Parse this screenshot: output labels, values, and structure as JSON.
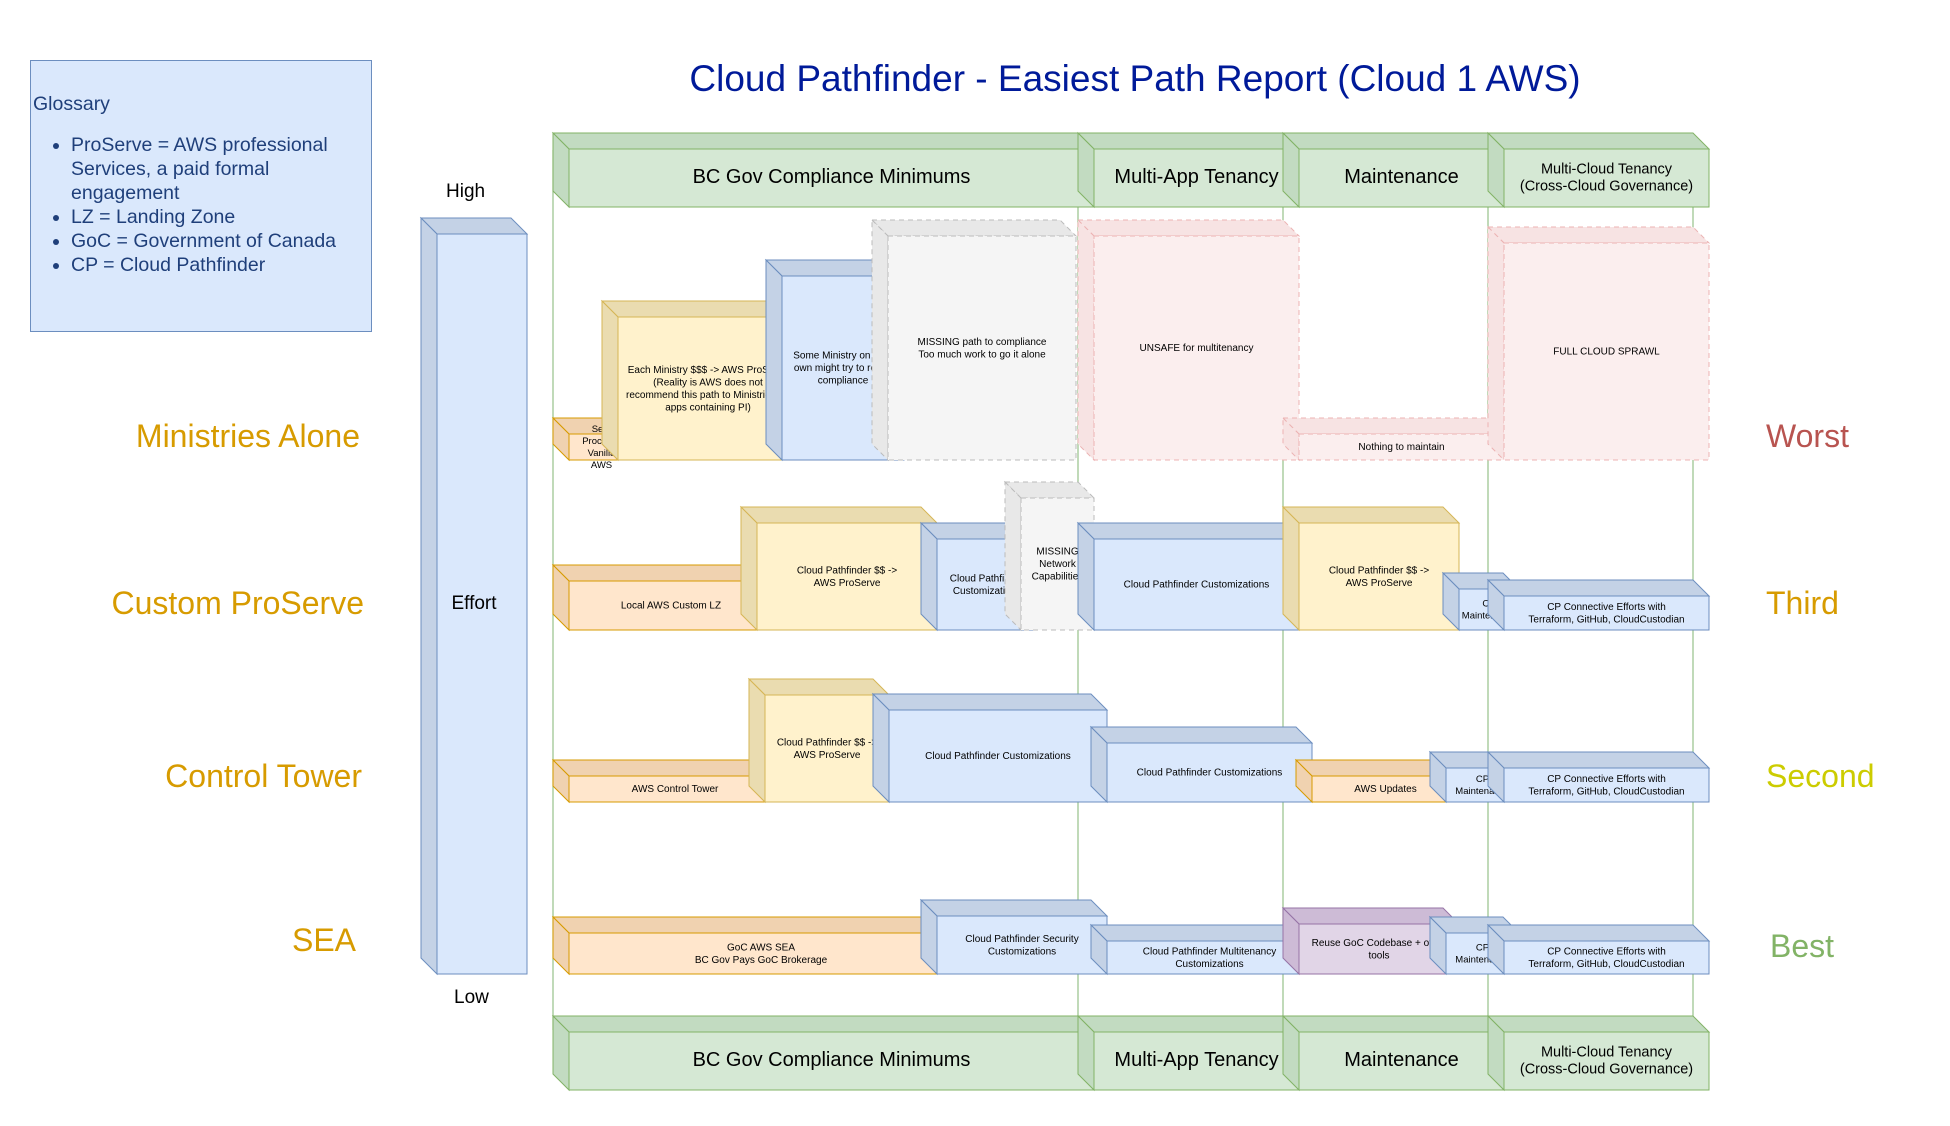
{
  "title": "Cloud Pathfinder - Easiest Path Report (Cloud 1 AWS)",
  "glossary": {
    "title": "Glossary",
    "items": [
      "ProServe = AWS professional Services, a paid formal engagement",
      "LZ = Landing Zone",
      "GoC = Government of Canada",
      "CP = Cloud Pathfinder"
    ]
  },
  "axis": {
    "high": "High",
    "low": "Low",
    "effort": "Effort"
  },
  "rows": [
    {
      "label": "Ministries Alone",
      "rank": "Worst"
    },
    {
      "label": "Custom ProServe",
      "rank": "Third"
    },
    {
      "label": "Control Tower",
      "rank": "Second"
    },
    {
      "label": "SEA",
      "rank": "Best"
    }
  ],
  "columns": [
    {
      "label": "BC Gov Compliance Minimums"
    },
    {
      "label": "Multi-App Tenancy"
    },
    {
      "label": "Maintenance"
    },
    {
      "label": "Multi-Cloud Tenancy\n(Cross-Cloud Governance)"
    }
  ],
  "blocks": [
    {
      "text": "Self-\nProcured\nVanilla\nAWS",
      "style": "orange"
    },
    {
      "text": "Each Ministry $$$ -> AWS ProServe\n(Reality is AWS does not\nrecommend this path to Ministries for\napps containing PI)",
      "style": "yellow"
    },
    {
      "text": "Some Ministry on their\nown might try to reach\ncompliance",
      "style": "blue"
    },
    {
      "text": "MISSING path to compliance\nToo much work to go it alone",
      "style": "gray"
    },
    {
      "text": "UNSAFE for multitenancy",
      "style": "red"
    },
    {
      "text": "Nothing to maintain",
      "style": "red"
    },
    {
      "text": "FULL CLOUD SPRAWL",
      "style": "red"
    },
    {
      "text": "Local AWS Custom LZ",
      "style": "orange"
    },
    {
      "text": "Cloud Pathfinder $$ ->\nAWS ProServe",
      "style": "yellow"
    },
    {
      "text": "Cloud Pathfinder\nCustomizations",
      "style": "blue"
    },
    {
      "text": "MISSING\nNetwork\nCapabilities",
      "style": "gray"
    },
    {
      "text": "Cloud Pathfinder Customizations",
      "style": "blue"
    },
    {
      "text": "Cloud Pathfinder $$ ->\nAWS ProServe",
      "style": "yellow"
    },
    {
      "text": "CP\nMaintenance",
      "style": "blue"
    },
    {
      "text": "CP Connective Efforts with\nTerraform, GitHub, CloudCustodian",
      "style": "blue"
    },
    {
      "text": "AWS Control Tower",
      "style": "orange"
    },
    {
      "text": "Cloud Pathfinder $$ ->\nAWS ProServe",
      "style": "yellow"
    },
    {
      "text": "Cloud Pathfinder Customizations",
      "style": "blue"
    },
    {
      "text": "Cloud Pathfinder Customizations",
      "style": "blue"
    },
    {
      "text": "AWS Updates",
      "style": "orange"
    },
    {
      "text": "CP\nMaintenance",
      "style": "blue"
    },
    {
      "text": "CP Connective Efforts with\nTerraform, GitHub, CloudCustodian",
      "style": "blue"
    },
    {
      "text": "GoC AWS SEA\nBC Gov Pays GoC Brokerage",
      "style": "orange"
    },
    {
      "text": "Cloud Pathfinder Security\nCustomizations",
      "style": "blue"
    },
    {
      "text": "Cloud Pathfinder Multitenancy\nCustomizations",
      "style": "blue"
    },
    {
      "text": "Reuse GoC Codebase + other\ntools",
      "style": "purple"
    },
    {
      "text": "CP\nMaintenance",
      "style": "blue"
    },
    {
      "text": "CP Connective Efforts with\nTerraform, GitHub, CloudCustodian",
      "style": "blue"
    }
  ],
  "colors": {
    "title": "#001a99",
    "row_label": "#d79b00",
    "worst": "#b85450",
    "third": "#d79b00",
    "second": "#cccc00",
    "best": "#82b366"
  }
}
